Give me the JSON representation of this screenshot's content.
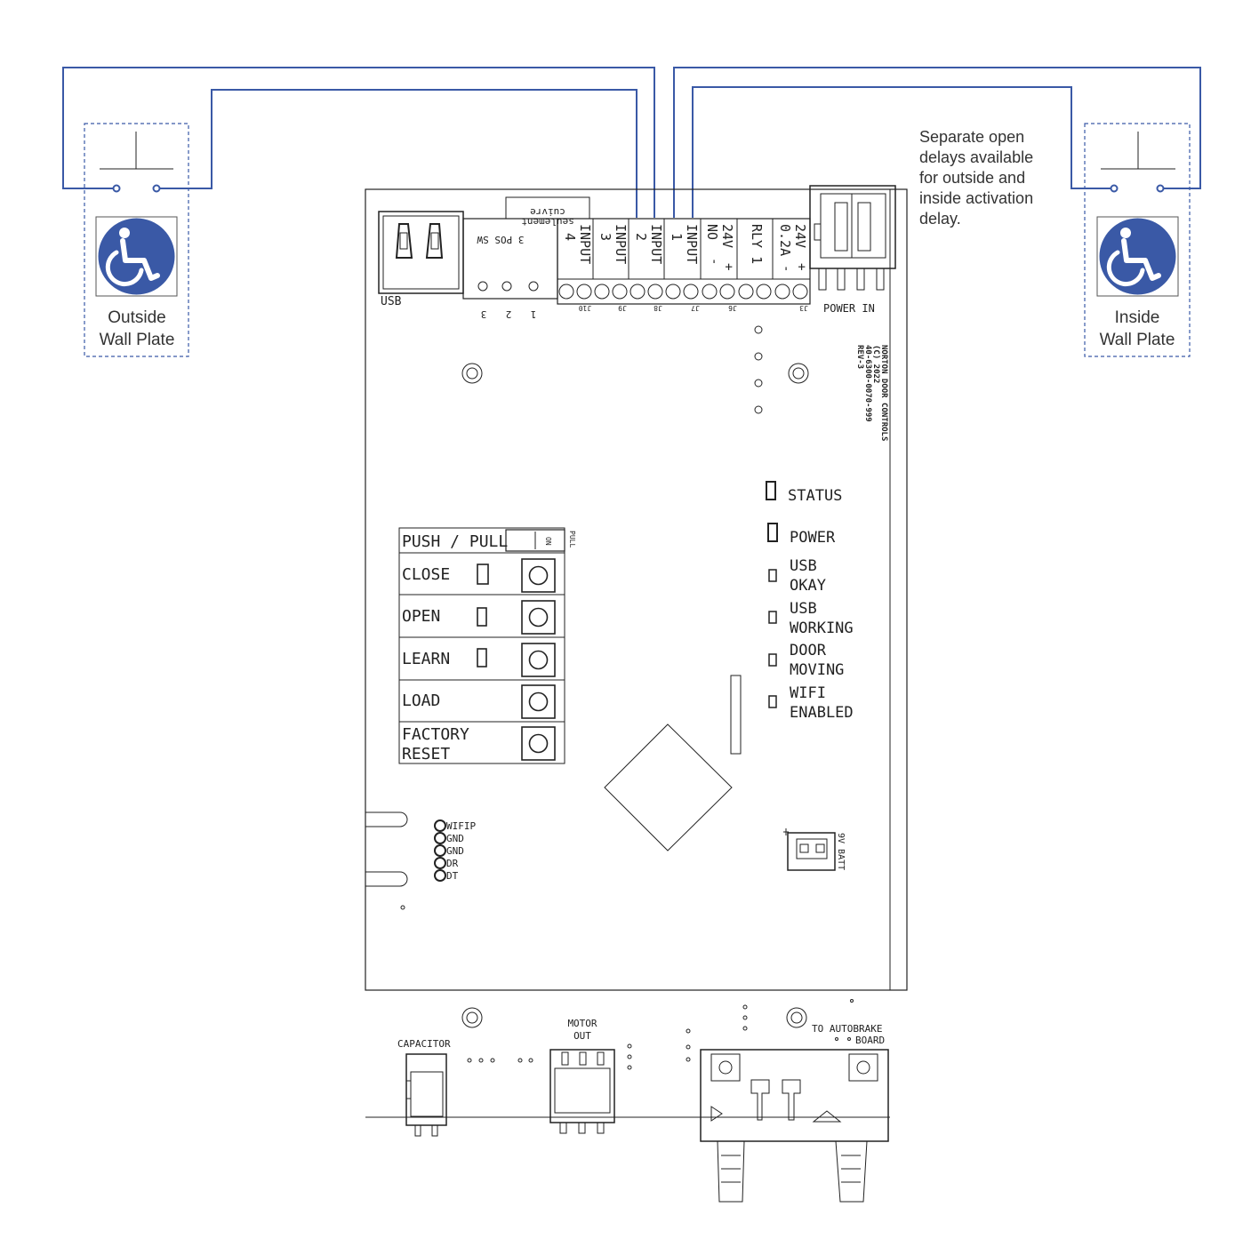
{
  "colors": {
    "wire": "#3a59a6",
    "plate_border": "#3a59a6",
    "symbol_bg": "#3a59a6",
    "board_line": "#222222",
    "note_text": "#333333"
  },
  "plates": {
    "outside": {
      "line1": "Outside",
      "line2": "Wall Plate",
      "icon": "wheelchair-icon"
    },
    "inside": {
      "line1": "Inside",
      "line2": "Wall Plate",
      "icon": "wheelchair-icon"
    }
  },
  "note": {
    "lines": [
      "Separate open",
      "delays available",
      "for outside and",
      "inside activation",
      "delay."
    ]
  },
  "board": {
    "usb_label": "USB",
    "cuivre": "cuivre",
    "seulement": "seulement",
    "pos_sw": "3 POS SW",
    "pos_numbers": [
      "3",
      "2",
      "1"
    ],
    "terminals": [
      {
        "l1": "INPUT",
        "l2": "4"
      },
      {
        "l1": "INPUT",
        "l2": "3"
      },
      {
        "l1": "INPUT",
        "l2": "2"
      },
      {
        "l1": "INPUT",
        "l2": "1"
      },
      {
        "l1": "24V",
        "l2": "NO"
      },
      {
        "l1": "RLY 1",
        "l2": ""
      },
      {
        "l1": "24V",
        "l2": "0.2A"
      }
    ],
    "terminal_signs": [
      "-",
      "+",
      "-",
      "+"
    ],
    "jumper_codes": [
      "J10",
      "J9",
      "J8",
      "J7",
      "J6",
      "J3"
    ],
    "power_in": "POWER IN",
    "maker": [
      "NORTON DOOR CONTROLS",
      "(C) 2022",
      "40-6300-0070-999",
      "REV-3"
    ],
    "leds": [
      {
        "l1": "STATUS",
        "l2": ""
      },
      {
        "l1": "POWER",
        "l2": ""
      },
      {
        "l1": "USB",
        "l2": "OKAY"
      },
      {
        "l1": "USB",
        "l2": "WORKING"
      },
      {
        "l1": "DOOR",
        "l2": "MOVING"
      },
      {
        "l1": "WIFI",
        "l2": "ENABLED"
      }
    ],
    "push_pull": "PUSH / PULL",
    "pull_small": "PULL",
    "on_small": "ON",
    "buttons": [
      {
        "l1": "CLOSE",
        "l2": ""
      },
      {
        "l1": "OPEN",
        "l2": ""
      },
      {
        "l1": "LEARN",
        "l2": ""
      },
      {
        "l1": "LOAD",
        "l2": ""
      },
      {
        "l1": "FACTORY",
        "l2": "RESET"
      }
    ],
    "header_pins": [
      "WIFIP",
      "GND",
      "GND",
      "DR",
      "DT"
    ],
    "batt": "9V BATT",
    "capacitor": "CAPACITOR",
    "motor_out": [
      "MOTOR",
      "OUT"
    ],
    "autobrake": [
      "TO AUTOBRAKE",
      "BOARD"
    ]
  }
}
